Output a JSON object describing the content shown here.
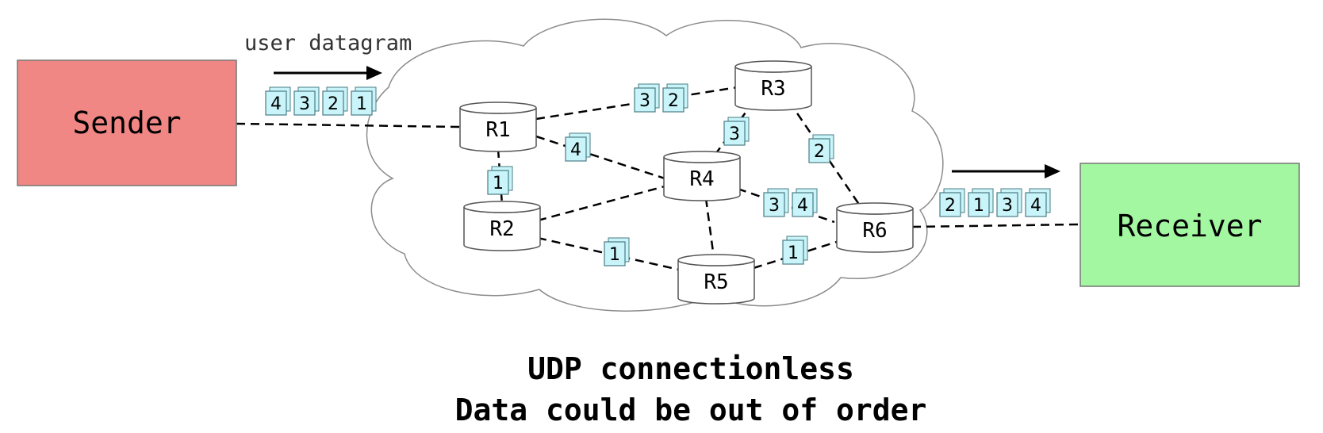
{
  "header_label": "user datagram",
  "sender": {
    "label": "Sender",
    "color": "#f08784"
  },
  "receiver": {
    "label": "Receiver",
    "color": "#a3f7a0"
  },
  "routers": [
    {
      "id": "R1",
      "label": "R1"
    },
    {
      "id": "R2",
      "label": "R2"
    },
    {
      "id": "R3",
      "label": "R3"
    },
    {
      "id": "R4",
      "label": "R4"
    },
    {
      "id": "R5",
      "label": "R5"
    },
    {
      "id": "R6",
      "label": "R6"
    }
  ],
  "links": [
    [
      "Sender",
      "R1"
    ],
    [
      "R1",
      "R3"
    ],
    [
      "R1",
      "R4"
    ],
    [
      "R1",
      "R2"
    ],
    [
      "R3",
      "R4"
    ],
    [
      "R3",
      "R6"
    ],
    [
      "R2",
      "R4"
    ],
    [
      "R2",
      "R5"
    ],
    [
      "R4",
      "R5"
    ],
    [
      "R4",
      "R6"
    ],
    [
      "R5",
      "R6"
    ],
    [
      "R6",
      "Receiver"
    ]
  ],
  "packet_groups": [
    {
      "id": "sender-queue",
      "labels": [
        "4",
        "3",
        "2",
        "1"
      ]
    },
    {
      "id": "r1-r3",
      "labels": [
        "3",
        "2"
      ]
    },
    {
      "id": "r3-r4",
      "labels": [
        "3"
      ]
    },
    {
      "id": "r3-r6",
      "labels": [
        "2"
      ]
    },
    {
      "id": "r1-r4",
      "labels": [
        "4"
      ]
    },
    {
      "id": "r1-r2",
      "labels": [
        "1"
      ]
    },
    {
      "id": "r4-r6",
      "labels": [
        "3",
        "4"
      ]
    },
    {
      "id": "r2-r5",
      "labels": [
        "1"
      ]
    },
    {
      "id": "r5-r6",
      "labels": [
        "1"
      ]
    },
    {
      "id": "receiver-queue",
      "labels": [
        "2",
        "1",
        "3",
        "4"
      ]
    }
  ],
  "caption": {
    "line1": "UDP connectionless",
    "line2": "Data could be out of order"
  },
  "colors": {
    "packet_fill": "#c9f4f9",
    "packet_border": "#4a7d85",
    "cloud_stroke": "#8c8c8c"
  }
}
